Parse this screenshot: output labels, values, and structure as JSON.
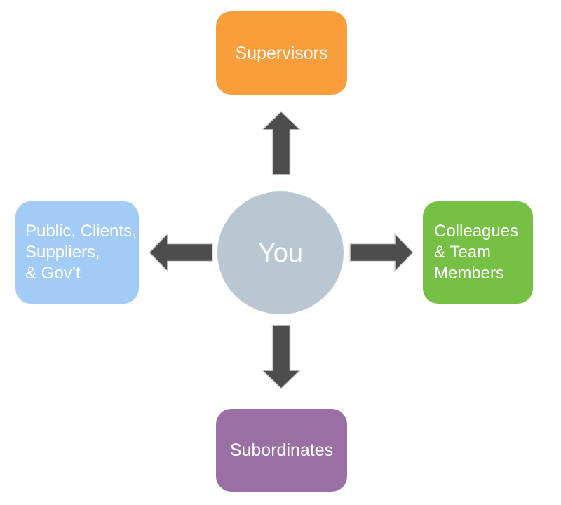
{
  "diagram": {
    "title": "workplace-communication-directions",
    "center": {
      "label": "You",
      "color": "#B8C7D1",
      "text_color": "#FFFFFF"
    },
    "nodes": {
      "top": {
        "label": "Supervisors",
        "color": "#F99E3B"
      },
      "left": {
        "label": "Public, Clients,\nSuppliers,\n& Gov’t",
        "color": "#A2CCF5"
      },
      "right": {
        "label": "Colleagues\n& Team\nMembers",
        "color": "#76C043"
      },
      "bottom": {
        "label": "Subordinates",
        "color": "#996FA4"
      }
    },
    "arrows": {
      "color": "#4D4D4D",
      "outline_color": "#D6D6D6",
      "directions": [
        "up",
        "left",
        "right",
        "down"
      ]
    },
    "background": "#FFFFFF"
  }
}
